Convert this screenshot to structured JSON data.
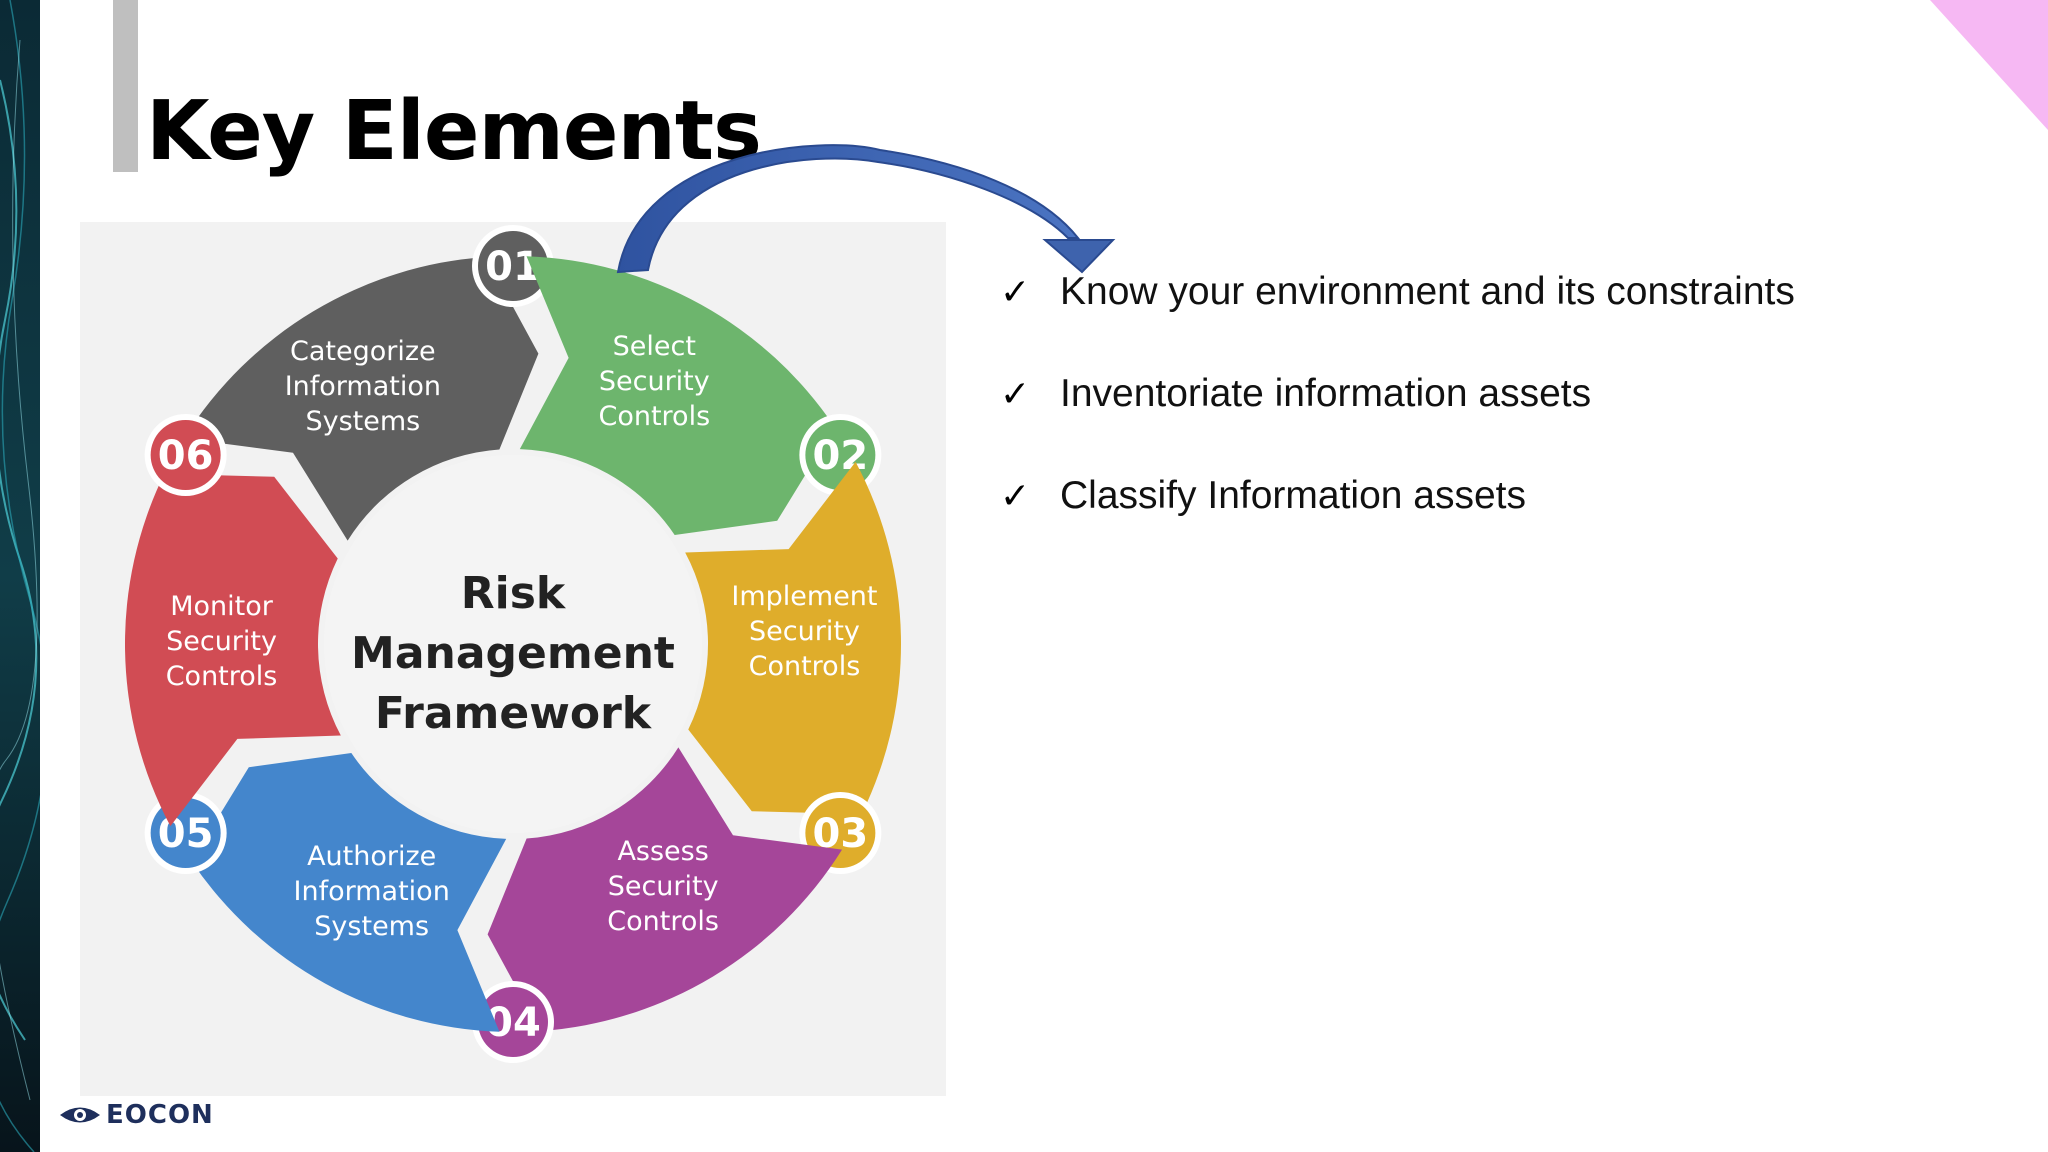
{
  "slide": {
    "title": "Key Elements",
    "bullets": [
      "Know your environment and its constraints",
      "Inventoriate information assets",
      "Classify Information assets"
    ],
    "check_glyph": "✓"
  },
  "diagram": {
    "center": [
      "Risk",
      "Management",
      "Framework"
    ],
    "steps": [
      {
        "number": "01",
        "lines": [
          "Categorize",
          "Information",
          "Systems"
        ],
        "color": "#5f5f5f"
      },
      {
        "number": "02",
        "lines": [
          "Select",
          "Security",
          "Controls"
        ],
        "color": "#6db56d"
      },
      {
        "number": "03",
        "lines": [
          "Implement",
          "Security",
          "Controls"
        ],
        "color": "#dfad2b"
      },
      {
        "number": "04",
        "lines": [
          "Assess",
          "Security",
          "Controls"
        ],
        "color": "#a54699"
      },
      {
        "number": "05",
        "lines": [
          "Authorize",
          "Information",
          "Systems"
        ],
        "color": "#4486cc"
      },
      {
        "number": "06",
        "lines": [
          "Monitor",
          "Security",
          "Controls"
        ],
        "color": "#d14c54"
      }
    ]
  },
  "arrow_color": "#3e63ad",
  "corner_color": "#f6b8f3",
  "logo": {
    "text": "EOCON",
    "icon": "eye-icon"
  }
}
